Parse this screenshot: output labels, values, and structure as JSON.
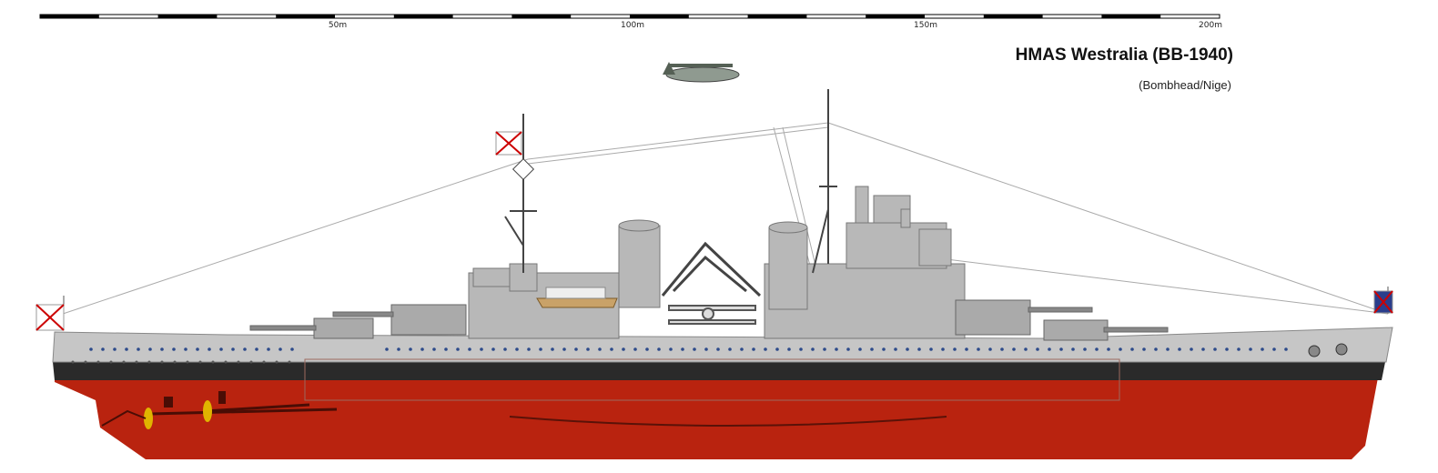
{
  "title": "HMAS Westralia (BB-1940)",
  "credit": "(Bombhead/Nige)",
  "scale_bar": {
    "labels": [
      "50m",
      "100m",
      "150m",
      "200m"
    ],
    "segments": 20
  },
  "colors": {
    "hull_grey": "#c6c6c6",
    "superstructure_grey": "#b8b8b8",
    "boot_topping": "#2a2a2a",
    "below_waterline": "#b9230f",
    "propeller": "#e0b400",
    "porthole": "#2c4a8a"
  }
}
